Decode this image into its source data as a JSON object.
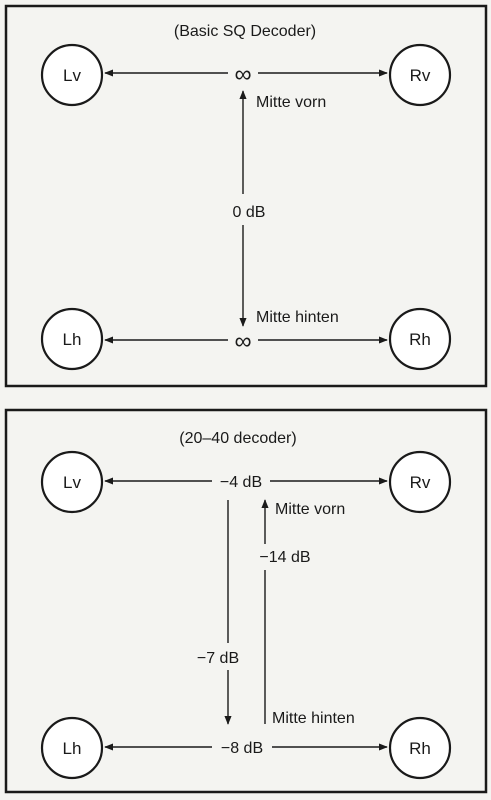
{
  "panels": [
    {
      "title": "(Basic SQ Decoder)",
      "speakers": {
        "front_left": "Lv",
        "front_right": "Rv",
        "rear_left": "Lh",
        "rear_right": "Rh"
      },
      "front_separation": "∞",
      "rear_separation": "∞",
      "center_separation": "0 dB",
      "center_front_label": "Mitte vorn",
      "center_rear_label": "Mitte hinten"
    },
    {
      "title": "(20–40 decoder)",
      "speakers": {
        "front_left": "Lv",
        "front_right": "Rv",
        "rear_left": "Lh",
        "rear_right": "Rh"
      },
      "front_separation": "−4 dB",
      "rear_separation": "−8 dB",
      "front_to_rear": "−7 dB",
      "rear_to_front": "−14 dB",
      "center_front_label": "Mitte vorn",
      "center_rear_label": "Mitte hinten"
    }
  ]
}
